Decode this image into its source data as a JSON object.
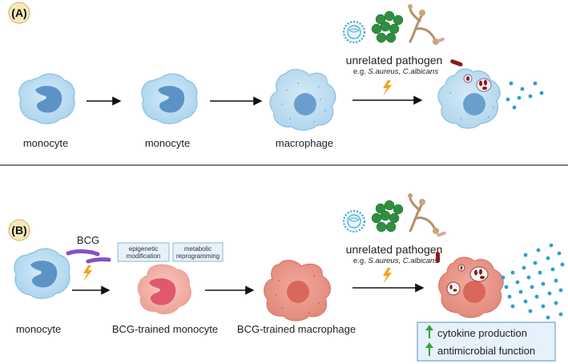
{
  "panel_a": {
    "letter": "(A)",
    "cells": [
      "monocyte",
      "monocyte",
      "macrophage"
    ],
    "pathogen_label": "unrelated pathogen",
    "pathogen_example_prefix": "e.g. ",
    "pathogen_example_species": "S.aureus, C.albicans"
  },
  "panel_b": {
    "letter": "(B)",
    "bcg_label": "BCG",
    "box_left_line1": "epigenetic",
    "box_left_line2": "modification",
    "box_right_line1": "metabolic",
    "box_right_line2": "reprogramming",
    "cells": [
      "monocyte",
      "BCG-trained monocyte",
      "BCG-trained macrophage"
    ],
    "pathogen_label": "unrelated pathogen",
    "pathogen_example_prefix": "e.g. ",
    "pathogen_example_species": "S.aureus, C.albicans",
    "outcome_line1": "cytokine production",
    "outcome_line2": "antimicrobial function"
  },
  "colors": {
    "naive_cell": "#b9dcf0",
    "naive_nucleus": "#5b93c7",
    "trained_cell": "#f2b8b0",
    "trained_nucleus": "#e07a6c",
    "bcg": "#8a4fbf",
    "lightning": "#f2a320",
    "bacteria_dark": "#8b1a1a",
    "cytokine": "#2a9fd0",
    "up_arrow": "#3aa335"
  }
}
